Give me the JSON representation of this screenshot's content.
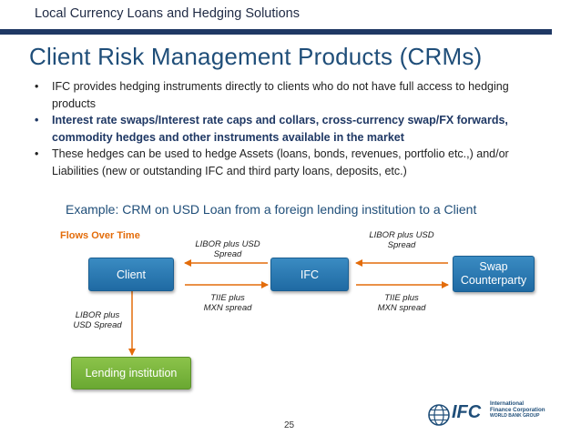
{
  "header": {
    "subtitle": "Local Currency Loans and Hedging Solutions"
  },
  "title": "Client Risk Management Products (CRMs)",
  "bullets": [
    {
      "text": "IFC provides hedging instruments directly to clients who do not have full access to hedging products"
    },
    {
      "text": "Interest rate swaps/Interest rate caps and collars, cross-currency swap/FX forwards, commodity hedges and other instruments available in the market"
    },
    {
      "text": "These hedges can be used to hedge Assets (loans, bonds, revenues, portfolio etc.,) and/or Liabilities (new or outstanding IFC and third party loans, deposits, etc.)"
    }
  ],
  "example": "Example: CRM on USD Loan from a foreign lending institution to a Client",
  "diagram": {
    "flows_label": "Flows Over Time",
    "client": "Client",
    "ifc": "IFC",
    "swap_line1": "Swap",
    "swap_line2": "Counterparty",
    "lending": "Lending institution",
    "label_ifc_to_client_1": "LIBOR plus USD",
    "label_ifc_to_client_2": "Spread",
    "label_swap_to_ifc_1": "LIBOR plus USD",
    "label_swap_to_ifc_2": "Spread",
    "label_client_to_ifc_1": "TIIE plus",
    "label_client_to_ifc_2": "MXN spread",
    "label_ifc_to_swap_1": "TIIE plus",
    "label_ifc_to_swap_2": "MXN spread",
    "label_client_to_lending_1": "LIBOR plus",
    "label_client_to_lending_2": "USD Spread",
    "arrow_color": "#e36c0a"
  },
  "footer": {
    "page_number": "25",
    "logo_abbr": "IFC",
    "logo_line1": "International",
    "logo_line2": "Finance Corporation",
    "logo_line3": "WORLD BANK GROUP"
  }
}
